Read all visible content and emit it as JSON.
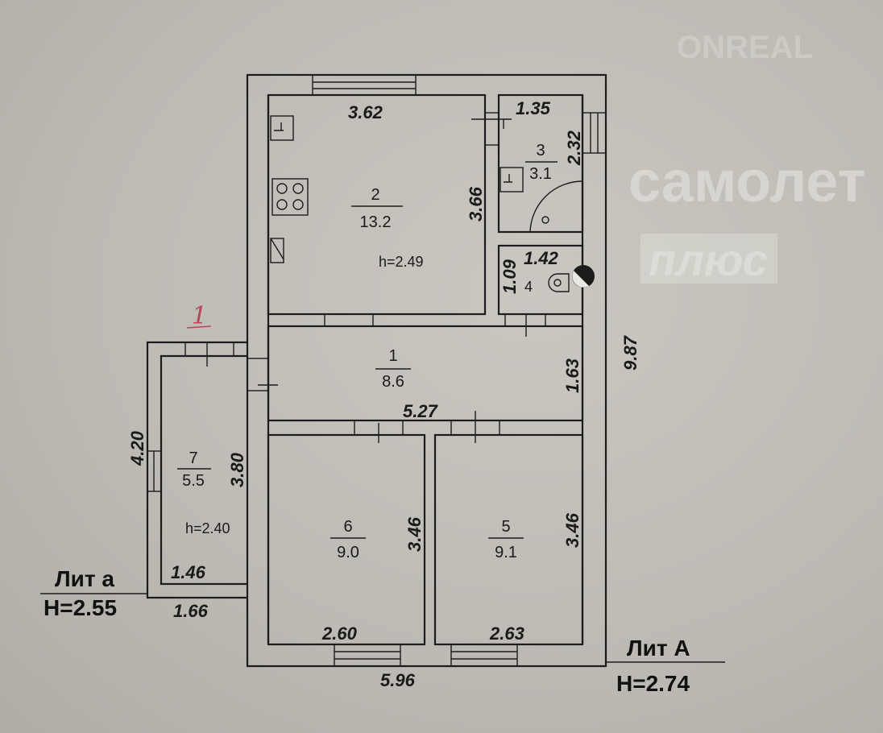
{
  "watermarks": {
    "top_right": "ONREAL",
    "center_line1": "самолет",
    "center_line2": "плюс"
  },
  "annotation": "1",
  "rooms": [
    {
      "number": "1",
      "area": "8.6"
    },
    {
      "number": "2",
      "area": "13.2",
      "height": "h=2.49"
    },
    {
      "number": "3",
      "area": "3.1"
    },
    {
      "number": "4"
    },
    {
      "number": "5",
      "area": "9.1"
    },
    {
      "number": "6",
      "area": "9.0"
    },
    {
      "number": "7",
      "area": "5.5",
      "height": "h=2.40"
    }
  ],
  "dimensions": {
    "kitchen_width": "3.62",
    "kitchen_depth": "3.66",
    "room3_width": "1.35",
    "room3_depth": "2.32",
    "room4_width": "1.42",
    "room4_depth": "1.09",
    "corridor_length": "5.27",
    "corridor_depth": "1.63",
    "total_depth": "9.87",
    "total_width": "5.96",
    "room6_width": "2.60",
    "room6_depth": "3.46",
    "room5_width": "2.63",
    "room5_depth": "3.46",
    "annex_inner_width": "1.46",
    "annex_outer_width": "1.66",
    "annex_inner_depth": "3.80",
    "annex_outer_depth": "4.20"
  },
  "labels": {
    "lit_a_small": "Лит а",
    "lit_a_small_height": "H=2.55",
    "lit_a_big": "Лит А",
    "lit_a_big_height": "H=2.74"
  }
}
